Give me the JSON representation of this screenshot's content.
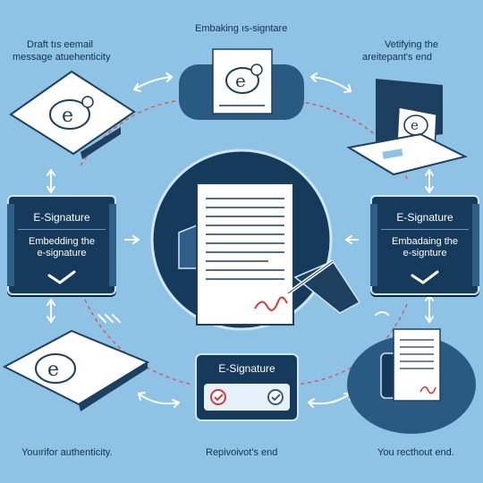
{
  "labels": {
    "top_center": "Embaking ıs-signtare",
    "top_left_line1": "Draft tıs eemail",
    "top_left_line2": "message atuehenticity",
    "top_right_line1": "Vetifying the",
    "top_right_line2": "areitepant's end",
    "bottom_left": "Youırifor authenticity.",
    "bottom_center": "Repivoivot's end",
    "bottom_right": "You recthout end."
  },
  "left_panel": {
    "title": "E-Signature",
    "subtitle_line1": "Embedding the",
    "subtitle_line2": "e-signature"
  },
  "right_panel": {
    "title": "E-Signature",
    "subtitle_line1": "Embadaing the",
    "subtitle_line2": "e-signture"
  },
  "center_card": {
    "title": "E-Signature"
  },
  "icons": {
    "stamp": "e-signature-stamp-icon",
    "check": "checkmark-icon",
    "pen": "pen-hand-icon",
    "envelope": "envelope-icon",
    "laptop": "laptop-icon",
    "document": "document-icon"
  },
  "colors": {
    "background": "#8fc3e6",
    "navy": "#163a5c",
    "accent_red": "#e0343a",
    "light": "#e6f1f9"
  }
}
